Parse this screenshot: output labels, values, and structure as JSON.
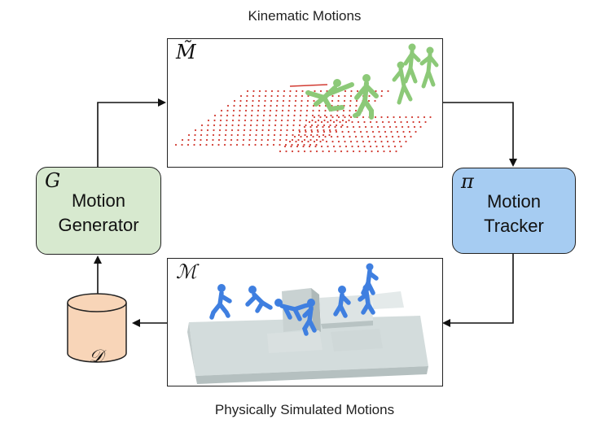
{
  "captions": {
    "top": "Kinematic Motions",
    "bottom": "Physically Simulated Motions"
  },
  "nodes": {
    "generator": {
      "symbol": "G",
      "line1": "Motion",
      "line2": "Generator",
      "fill": "#d7e9cf"
    },
    "tracker": {
      "symbol": "π",
      "line1": "Motion",
      "line2": "Tracker",
      "fill": "#a6ccf2"
    },
    "dataset": {
      "symbol": "𝒟",
      "fill": "#f8d5b8"
    }
  },
  "panels": {
    "kinematic": {
      "symbol": "M̃",
      "figure_color": "#8cc978",
      "dot_color": "#d23b32"
    },
    "simulated": {
      "symbol": "ℳ",
      "figure_color": "#3f7fe0",
      "terrain_color": "#d3dcdc"
    }
  }
}
